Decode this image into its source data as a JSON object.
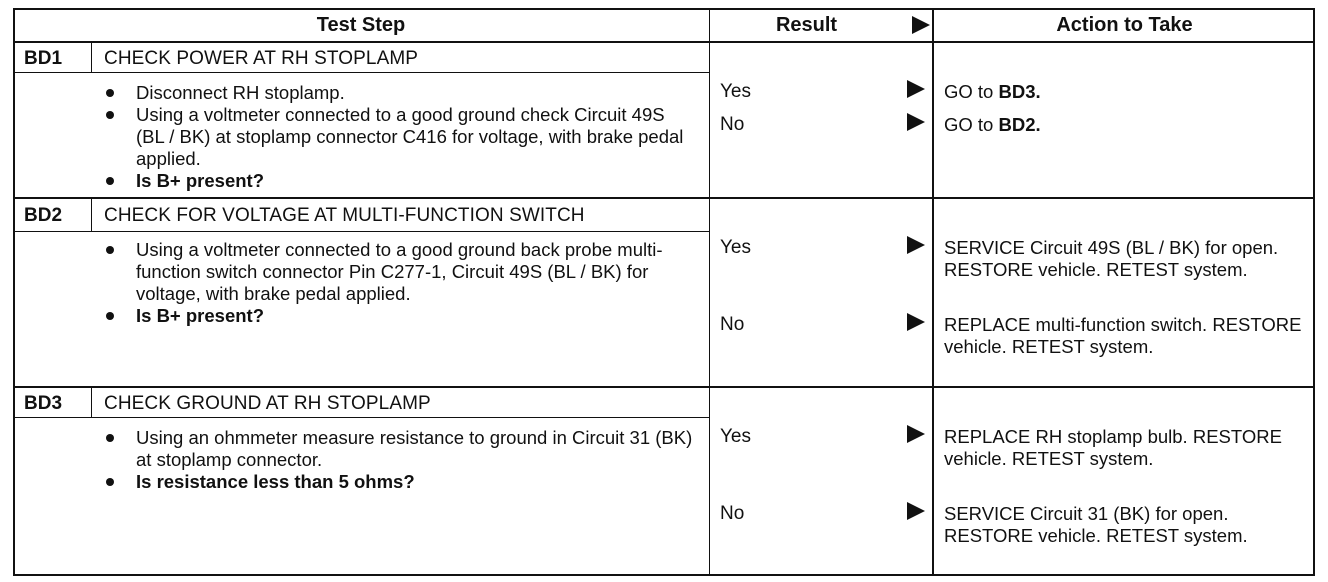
{
  "header": {
    "test_step": "Test Step",
    "result": "Result",
    "action": "Action to Take"
  },
  "steps": [
    {
      "code": "BD1",
      "title": "CHECK POWER AT RH STOPLAMP",
      "bullets": [
        "Disconnect RH stoplamp.",
        "Using a voltmeter connected to a good ground check Circuit 49S (BL / BK) at stoplamp connector C416 for voltage, with brake pedal applied.",
        "Is B+ present?"
      ],
      "results": [
        {
          "label": "Yes",
          "action_text": "GO to ",
          "action_bold": "BD3."
        },
        {
          "label": "No",
          "action_text": "GO to ",
          "action_bold": "BD2."
        }
      ]
    },
    {
      "code": "BD2",
      "title": "CHECK FOR VOLTAGE AT MULTI-FUNCTION SWITCH",
      "bullets": [
        "Using a voltmeter connected to a good ground back probe multi-function switch connector Pin C277-1, Circuit 49S (BL / BK) for voltage, with brake pedal applied.",
        "Is B+ present?"
      ],
      "results": [
        {
          "label": "Yes",
          "action_text": "SERVICE Circuit 49S (BL / BK) for open. RESTORE vehicle. RETEST system.",
          "action_bold": ""
        },
        {
          "label": "No",
          "action_text": "REPLACE multi-function switch. RESTORE vehicle. RETEST system.",
          "action_bold": ""
        }
      ]
    },
    {
      "code": "BD3",
      "title": "CHECK GROUND AT RH STOPLAMP",
      "bullets": [
        "Using an ohmmeter measure resistance to ground in Circuit 31 (BK) at stoplamp connector.",
        "Is resistance less than 5 ohms?"
      ],
      "results": [
        {
          "label": "Yes",
          "action_text": "REPLACE RH stoplamp bulb. RESTORE vehicle. RETEST system.",
          "action_bold": ""
        },
        {
          "label": "No",
          "action_text": "SERVICE Circuit 31 (BK) for open. RESTORE vehicle. RETEST system.",
          "action_bold": ""
        }
      ]
    }
  ]
}
